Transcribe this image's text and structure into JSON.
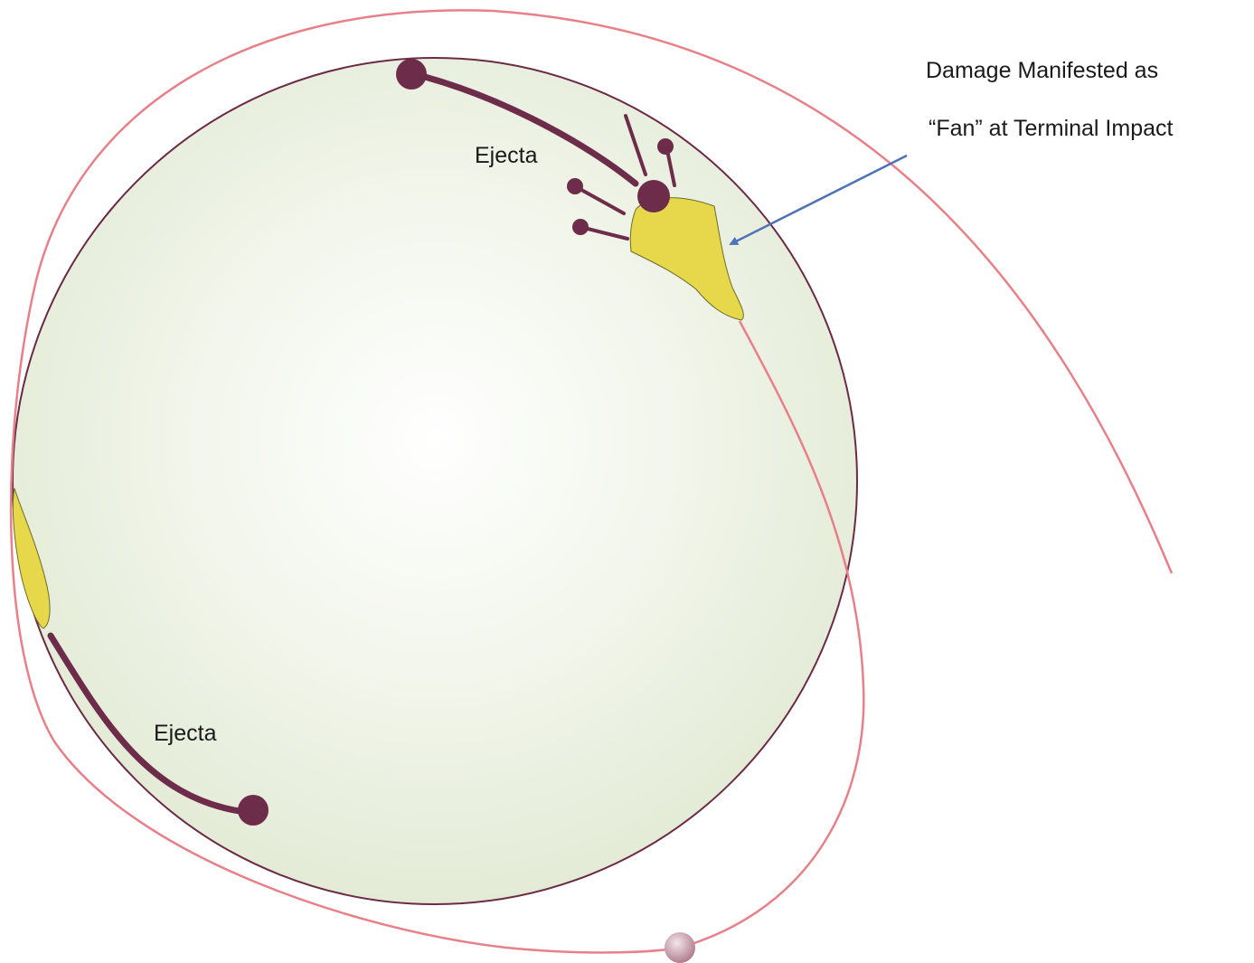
{
  "labels": {
    "ejecta_top": "Ejecta",
    "ejecta_bottom": "Ejecta",
    "damage_line1": "Damage Manifested as",
    "damage_line2": "“Fan” at Terminal Impact"
  },
  "colors": {
    "sphere_fill_center": "#ffffff",
    "sphere_fill_edge": "#e3ebd6",
    "sphere_outline": "#6b2a45",
    "orbit": "#e8808a",
    "ejecta": "#6e2c4b",
    "damage": "#e6d84a",
    "pointer_arrow": "#4f72b8",
    "satellite": "#c79aa8"
  }
}
